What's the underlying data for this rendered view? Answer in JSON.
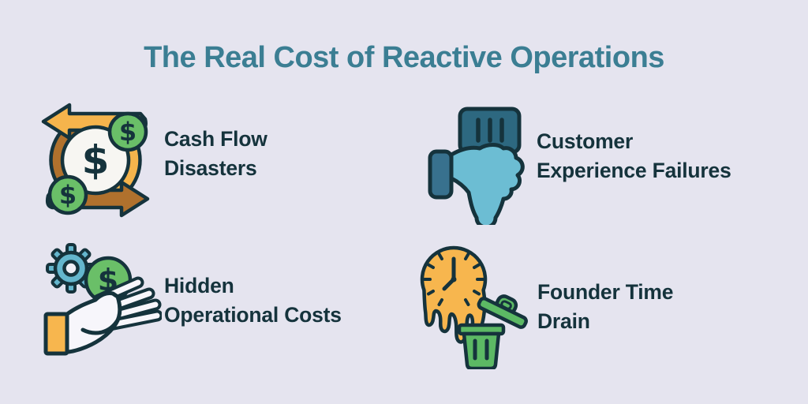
{
  "title": "The Real Cost of Reactive Operations",
  "items": [
    {
      "label": "Cash Flow\nDisasters",
      "icon": "cash-flow-cycle-icon"
    },
    {
      "label": "Customer\nExperience Failures",
      "icon": "thumbs-down-feedback-icon"
    },
    {
      "label": "Hidden\nOperational Costs",
      "icon": "hand-gear-coin-icon"
    },
    {
      "label": "Founder Time\nDrain",
      "icon": "melting-clock-trash-icon"
    }
  ],
  "palette": {
    "background": "#e5e4ef",
    "title_teal": "#3b7e93",
    "text_dark": "#15333c",
    "outline_dark": "#15333c",
    "coin_green": "#6abf68",
    "trash_green": "#5cb964",
    "arrow_yellow": "#f5b44c",
    "cuff_orange": "#f7b64e",
    "arrow_brown": "#b0712d",
    "gear_blue": "#64b6cd",
    "cuff_steel_blue": "#38718e",
    "bubble_dark_teal": "#2d6880",
    "face_white": "#f7f6f2"
  }
}
